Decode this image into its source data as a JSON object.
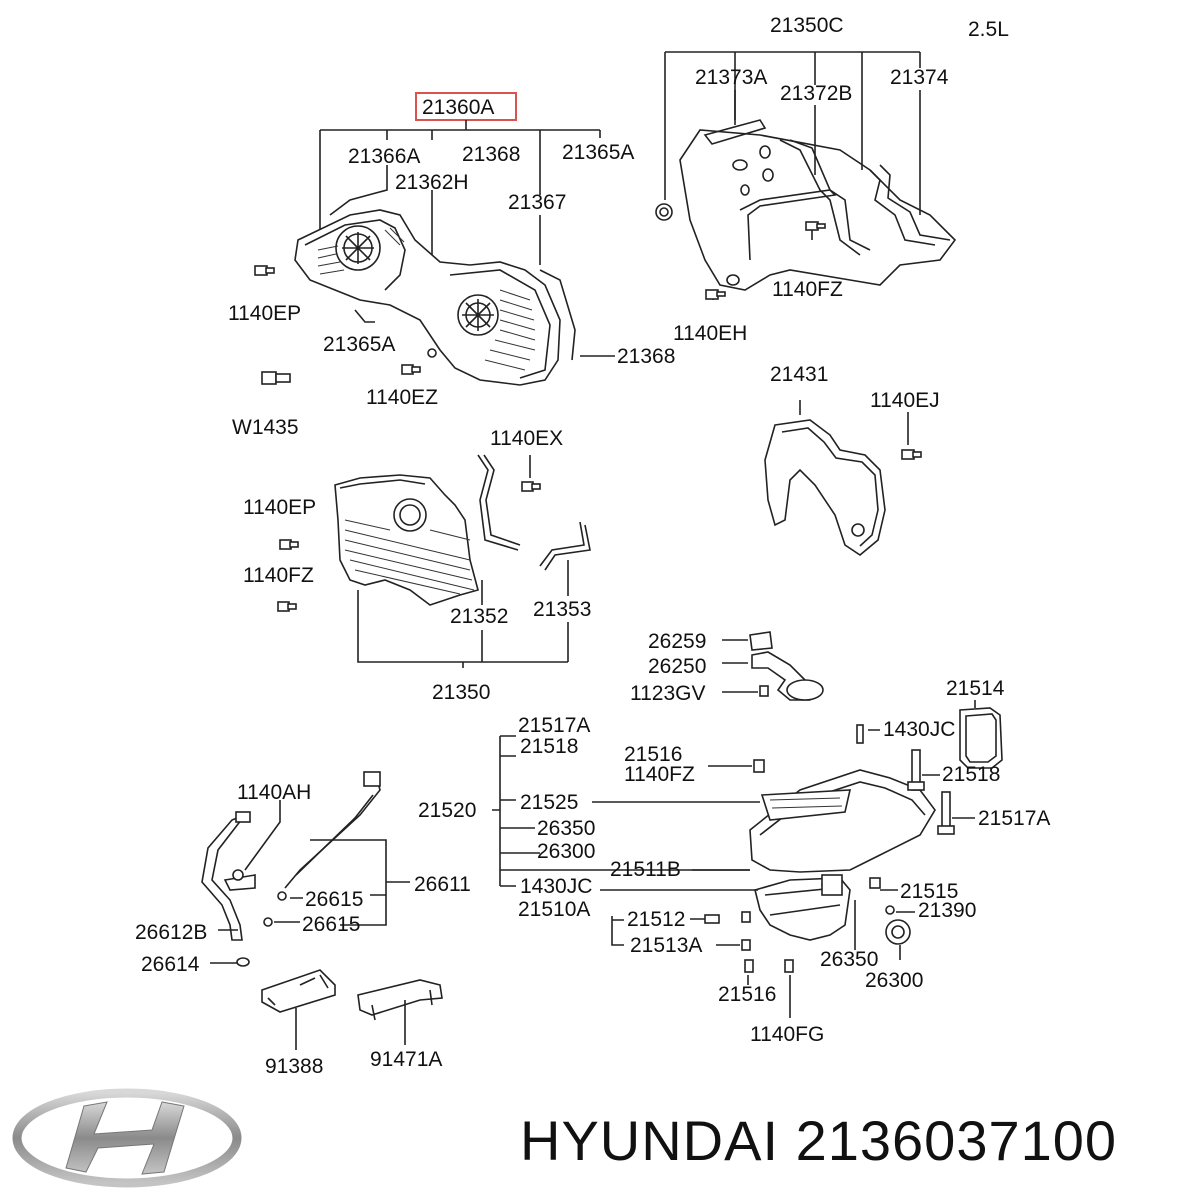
{
  "engine": "2.5L",
  "footer": {
    "brand": "HYUNDAI",
    "part_number": "2136037100"
  },
  "logo": {
    "name": "hyundai-logo",
    "color": "#8a8a8a"
  },
  "highlight_color": "#d9534f",
  "labels": {
    "l21350C": "21350C",
    "l21373A": "21373A",
    "l21372B": "21372B",
    "l21374": "21374",
    "l21360A": "21360A",
    "l21366A": "21366A",
    "l21368a": "21368",
    "l21365Aa": "21365A",
    "l21362H": "21362H",
    "l21367": "21367",
    "l1140EPa": "1140EP",
    "l21365Ab": "21365A",
    "l21368b": "21368",
    "l1140EZ": "1140EZ",
    "lW1435": "W1435",
    "l1140FZa": "1140FZ",
    "l1140EH": "1140EH",
    "l21431": "21431",
    "l1140EJ": "1140EJ",
    "l1140EX": "1140EX",
    "l1140EPb": "1140EP",
    "l1140FZb": "1140FZ",
    "l21352": "21352",
    "l21353": "21353",
    "l21350": "21350",
    "l26259": "26259",
    "l26250": "26250",
    "l1123GV": "1123GV",
    "l21514": "21514",
    "l21517Aa": "21517A",
    "l21518a": "21518",
    "l1430JCa": "1430JC",
    "l21516a": "21516",
    "l1140FZc": "1140FZ",
    "l21518b": "21518",
    "l21520": "21520",
    "l21525": "21525",
    "l21517Ab": "21517A",
    "l26350a": "26350",
    "l26300a": "26300",
    "l21511B": "21511B",
    "l1430JCb": "1430JC",
    "l21515": "21515",
    "l21510A": "21510A",
    "l21512": "21512",
    "l21390": "21390",
    "l21513A": "21513A",
    "l26350b": "26350",
    "l26300b": "26300",
    "l21516b": "21516",
    "l1140FG": "1140FG",
    "l1140AH": "1140AH",
    "l26615a": "26615",
    "l26611": "26611",
    "l26615b": "26615",
    "l26612B": "26612B",
    "l26614": "26614",
    "l91388": "91388",
    "l91471A": "91471A"
  }
}
